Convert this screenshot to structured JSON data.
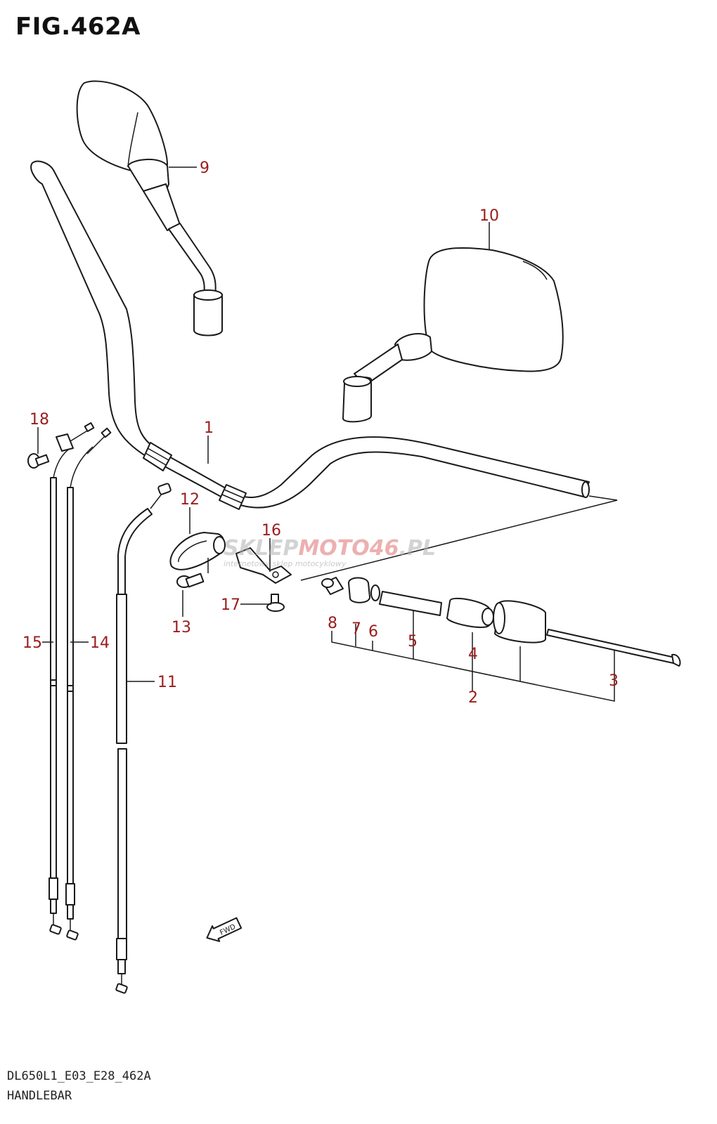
{
  "figure": {
    "title": "FIG.462A",
    "model_code": "DL650L1_E03_E28_462A",
    "section_name": "HANDLEBAR"
  },
  "callout_color": "#9b1c1c",
  "line_color": "#1a1a1a",
  "callouts": {
    "c1": "1",
    "c2": "2",
    "c3": "3",
    "c4": "4",
    "c5": "5",
    "c6": "6",
    "c7": "7",
    "c8": "8",
    "c9": "9",
    "c10": "10",
    "c11": "11",
    "c12": "12",
    "c13": "13",
    "c14": "14",
    "c15": "15",
    "c16": "16",
    "c17": "17",
    "c18": "18"
  },
  "fwd_label": "FWD",
  "watermark": {
    "part1": "SKLEP",
    "part2": "MOTO",
    "part3": "46",
    "part4": ".PL",
    "tagline": "internetowy sklep motocyklowy"
  }
}
